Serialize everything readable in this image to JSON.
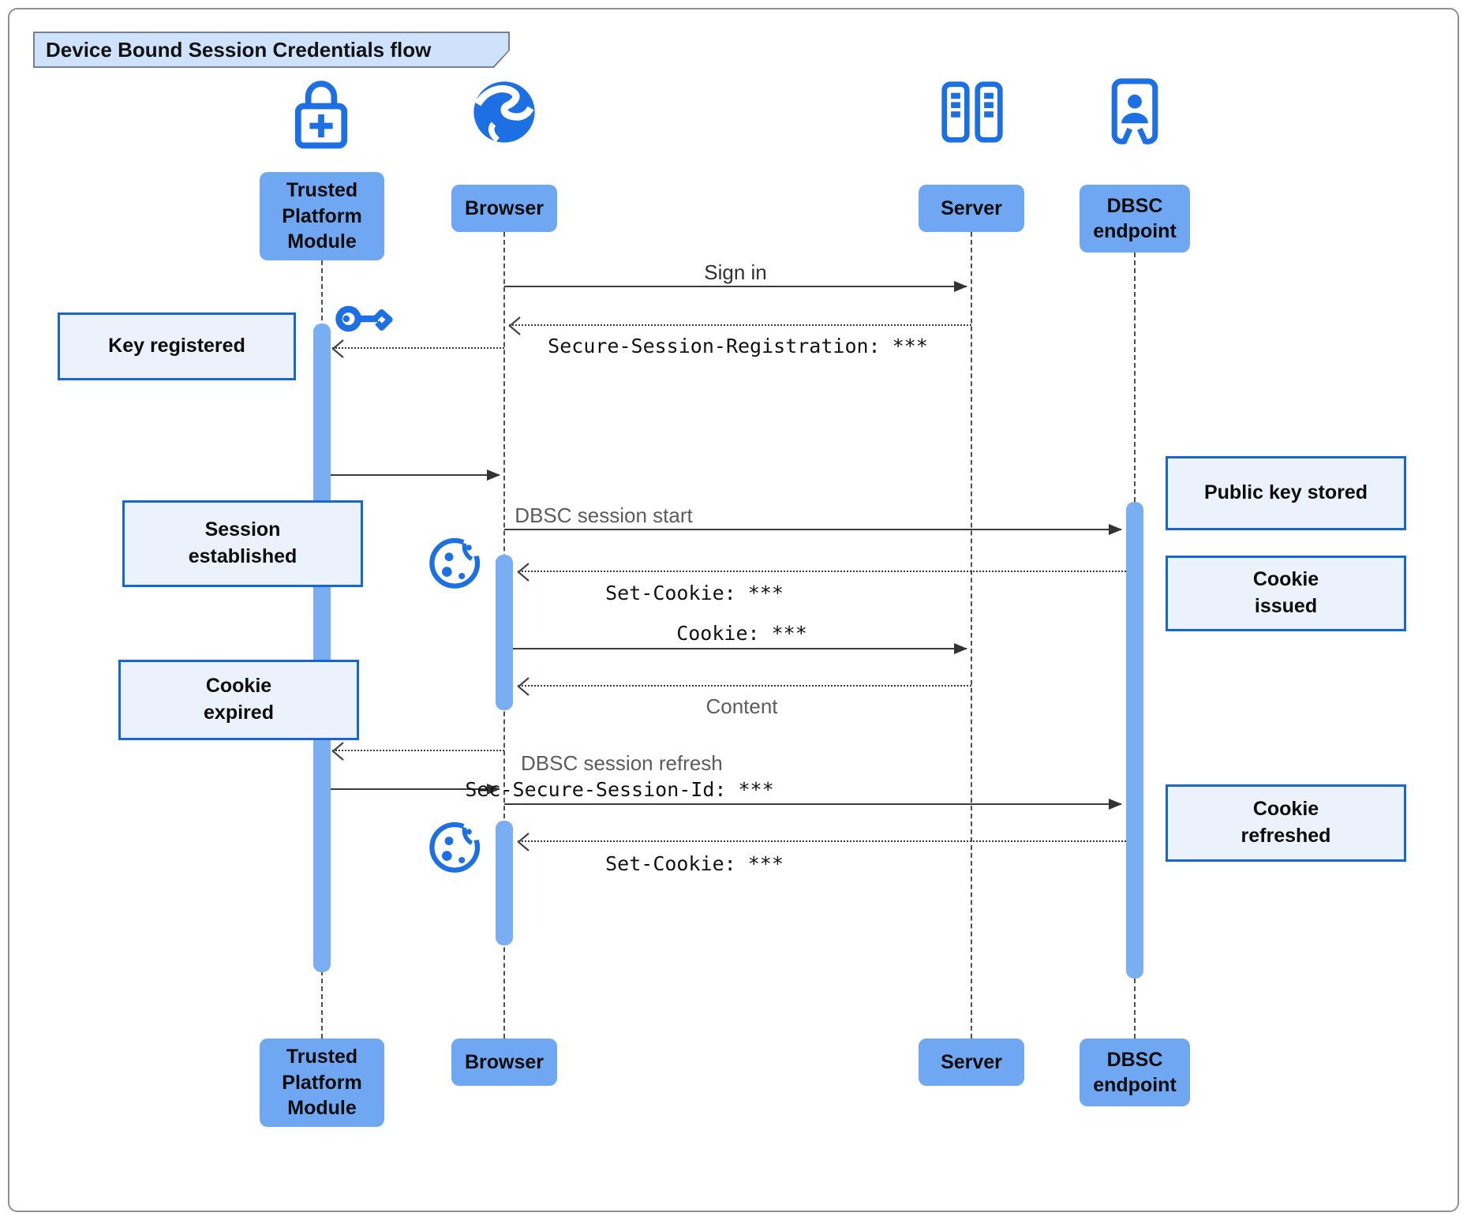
{
  "diagram": {
    "title": "Device Bound Session Credentials flow",
    "actors": {
      "tpm": "Trusted Platform Module",
      "browser": "Browser",
      "server": "Server",
      "dbsc": "DBSC endpoint"
    },
    "messages": {
      "sign_in": "Sign in",
      "registration": "Secure-Session-Registration: ***",
      "session_start": "DBSC session start",
      "set_cookie1": "Set-Cookie: ***",
      "cookie": "Cookie: ***",
      "content": "Content",
      "session_refresh": "DBSC session refresh",
      "session_id": "Sec-Secure-Session-Id: ***",
      "set_cookie2": "Set-Cookie: ***"
    },
    "notes": {
      "key_registered": "Key registered",
      "session_established": "Session established",
      "cookie_expired": "Cookie expired",
      "public_key_stored": "Public key stored",
      "cookie_issued": "Cookie issued",
      "cookie_refreshed": "Cookie refreshed"
    },
    "icons": {
      "tpm": "lock-plus-icon",
      "browser": "globe-icon",
      "server": "server-racks-icon",
      "dbsc": "id-badge-icon",
      "key": "key-icon",
      "cookie": "cookie-icon"
    },
    "colors": {
      "accent": "#1d6fe4",
      "actor_label_fill": "#6fa7f2",
      "activation_bar_fill": "#79aef3",
      "note_fill": "#ebf2fb",
      "note_border": "#1766d6",
      "title_fill": "#cfe2fb",
      "line": "#3b3b3b"
    }
  }
}
